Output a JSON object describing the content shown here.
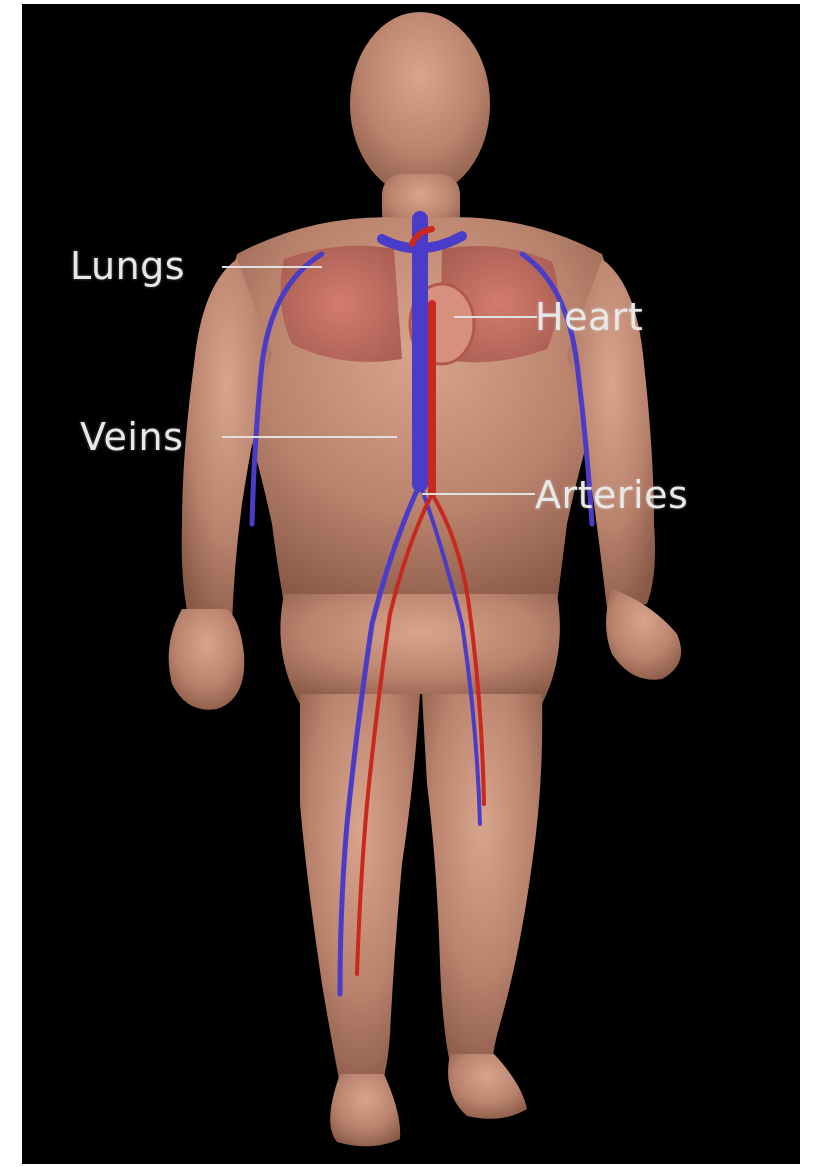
{
  "labels": {
    "lungs": "Lungs",
    "heart": "Heart",
    "veins": "Veins",
    "arteries": "Arteries"
  },
  "colors": {
    "background": "#000000",
    "skin": "#c8927a",
    "lungs": "#c46a5e",
    "heart": "#d48a78",
    "veins": "#4a3cc8",
    "arteries": "#c8281e",
    "label_text": "#e8e8e8"
  }
}
